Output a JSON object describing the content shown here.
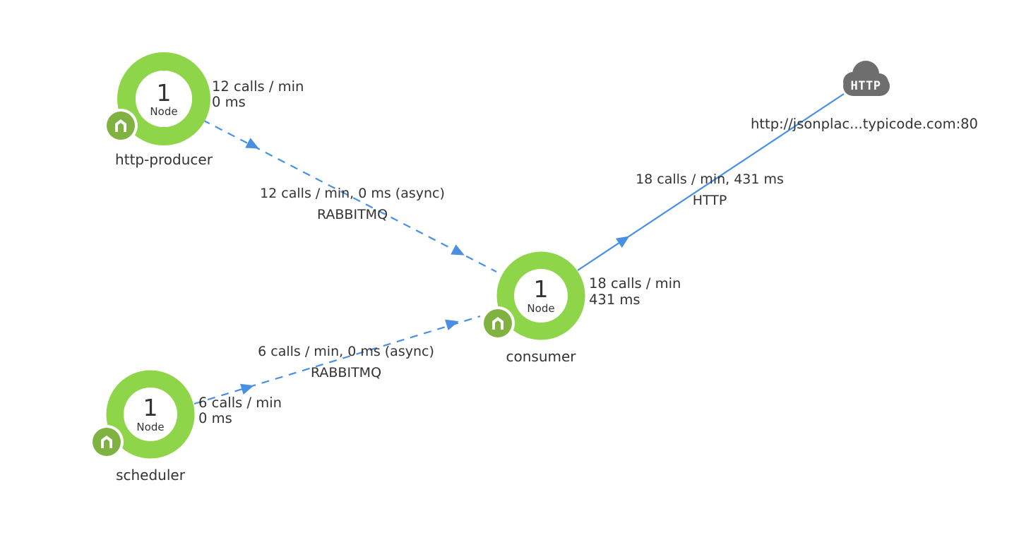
{
  "services": {
    "http_producer": {
      "count": "1",
      "type": "Node",
      "name": "http-producer",
      "calls": "12 calls / min",
      "latency": "0 ms",
      "ring_color": "#8ed54a",
      "badge_color": "#7fb240",
      "badge_icon": "nodejs-icon"
    },
    "consumer": {
      "count": "1",
      "type": "Node",
      "name": "consumer",
      "calls": "18 calls / min",
      "latency": "431 ms",
      "ring_color": "#8ed54a",
      "badge_color": "#7fb240",
      "badge_icon": "nodejs-icon"
    },
    "scheduler": {
      "count": "1",
      "type": "Node",
      "name": "scheduler",
      "calls": "6 calls / min",
      "latency": "0 ms",
      "ring_color": "#8ed54a",
      "badge_color": "#7fb240",
      "badge_icon": "nodejs-icon"
    }
  },
  "external": {
    "http": {
      "icon": "cloud-icon",
      "badge": "HTTP",
      "label": "http://jsonplac...typicode.com:80"
    }
  },
  "connections": {
    "producer_to_consumer": {
      "metrics": "12 calls / min, 0 ms (async)",
      "protocol": "RABBITMQ",
      "style": "dashed"
    },
    "scheduler_to_consumer": {
      "metrics": "6 calls / min, 0 ms (async)",
      "protocol": "RABBITMQ",
      "style": "dashed"
    },
    "consumer_to_http": {
      "metrics": "18 calls / min, 431 ms",
      "protocol": "HTTP",
      "style": "solid"
    }
  },
  "colors": {
    "edge": "#4a90e2"
  }
}
